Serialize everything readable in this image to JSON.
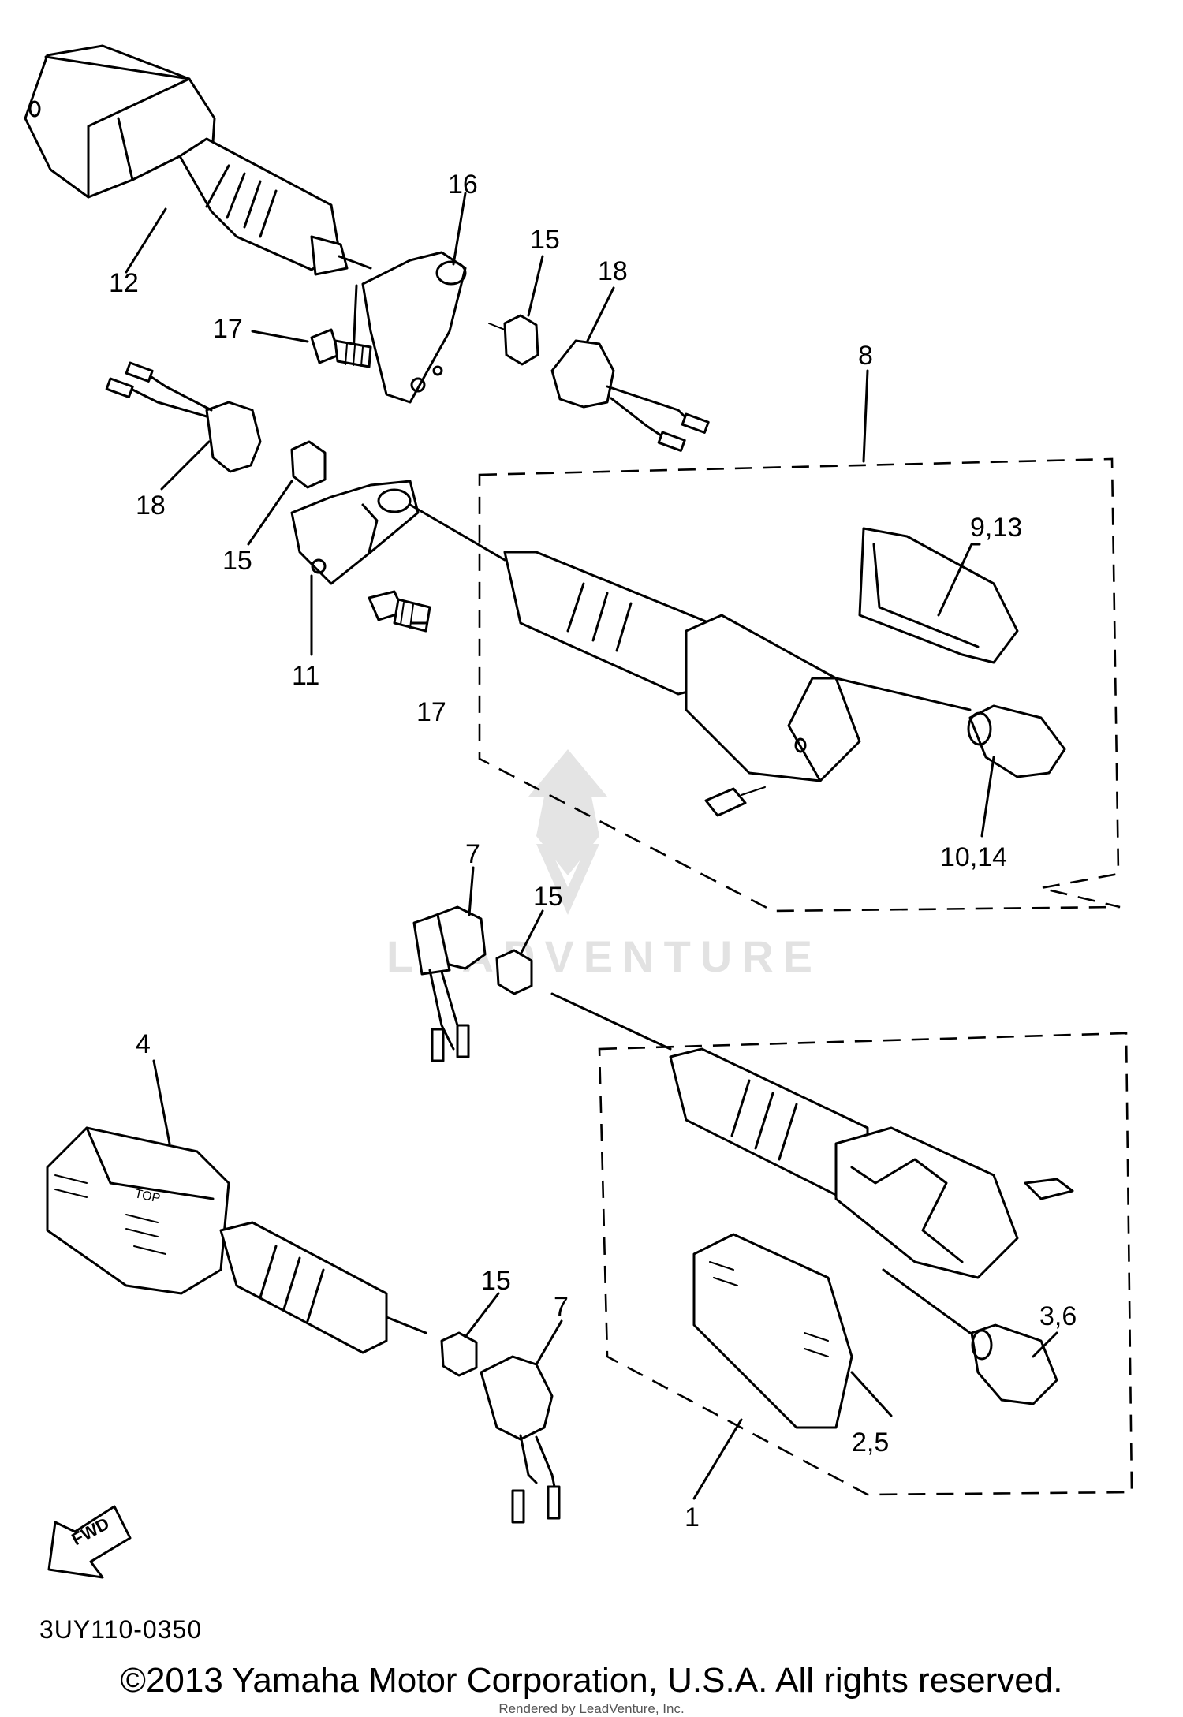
{
  "watermark": {
    "text": "LEADVENTURE",
    "color": "#e2e2e2"
  },
  "callouts": [
    {
      "id": "c12",
      "label": "12"
    },
    {
      "id": "c16",
      "label": "16"
    },
    {
      "id": "c15a",
      "label": "15"
    },
    {
      "id": "c18a",
      "label": "18"
    },
    {
      "id": "c17a",
      "label": "17"
    },
    {
      "id": "c8",
      "label": "8"
    },
    {
      "id": "c18b",
      "label": "18"
    },
    {
      "id": "c913",
      "label": "9,13"
    },
    {
      "id": "c15b",
      "label": "15"
    },
    {
      "id": "c11",
      "label": "11"
    },
    {
      "id": "c17b",
      "label": "17"
    },
    {
      "id": "c1014",
      "label": "10,14"
    },
    {
      "id": "c7a",
      "label": "7"
    },
    {
      "id": "c15c",
      "label": "15"
    },
    {
      "id": "c4",
      "label": "4"
    },
    {
      "id": "c15d",
      "label": "15"
    },
    {
      "id": "c7b",
      "label": "7"
    },
    {
      "id": "c36",
      "label": "3,6"
    },
    {
      "id": "c25",
      "label": "2,5"
    },
    {
      "id": "c1",
      "label": "1"
    }
  ],
  "arrow": {
    "label": "FWD"
  },
  "lens_mark": {
    "label": "TOP"
  },
  "footer": {
    "diagram_code": "3UY110-0350",
    "copyright": "©2013 Yamaha Motor Corporation, U.S.A. All rights reserved.",
    "rendered_by": "Rendered by LeadVenture, Inc."
  }
}
